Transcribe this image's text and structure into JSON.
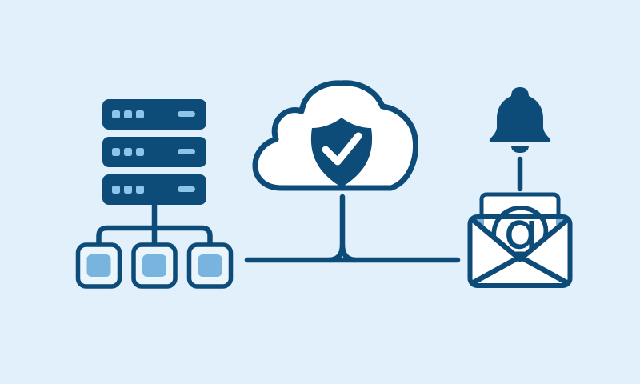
{
  "illustration": {
    "description": "servers connected to a secured cloud that sends an email notification"
  },
  "colors": {
    "background": "#e1f0fb",
    "navy": "#0d4b78",
    "light": "#8ec4e8",
    "mid": "#79b4de",
    "pale": "#eaf5fc",
    "white": "#ffffff"
  },
  "icons": [
    {
      "name": "server-rack-icon",
      "glyph": "three stacked server units with LED squares and a status dash"
    },
    {
      "name": "network-nodes",
      "glyph": "three small boxes linked below the rack"
    },
    {
      "name": "cloud-icon",
      "glyph": "outlined cloud"
    },
    {
      "name": "shield-check-icon",
      "glyph": "filled shield with white checkmark"
    },
    {
      "name": "bell-icon",
      "glyph": "filled notification bell with clapper"
    },
    {
      "name": "email-envelope-icon",
      "glyph": "open envelope with letter"
    },
    {
      "name": "at-symbol-icon",
      "glyph": "@"
    }
  ],
  "envelope": {
    "at_symbol": "@"
  },
  "counts": {
    "server_units": 3,
    "leds_per_unit": 3,
    "network_nodes": 3
  }
}
